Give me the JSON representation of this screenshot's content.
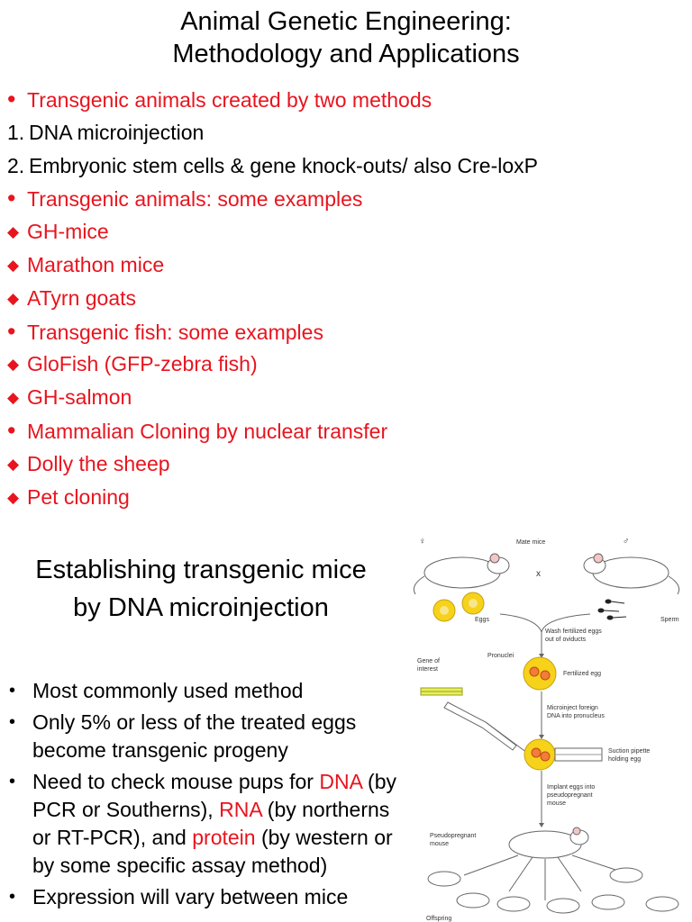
{
  "title_line1": "Animal Genetic Engineering:",
  "title_line2": "Methodology and Applications",
  "items": [
    {
      "type": "bullet",
      "text": "Transgenic animals created by two methods"
    },
    {
      "type": "number",
      "marker": "1.",
      "text": "DNA microinjection"
    },
    {
      "type": "number",
      "marker": "2.",
      "text": "Embryonic stem cells & gene knock-outs/ also Cre-loxP"
    },
    {
      "type": "bullet",
      "text": "Transgenic animals: some examples"
    },
    {
      "type": "diamond",
      "text": "GH-mice"
    },
    {
      "type": "diamond",
      "text": "Marathon mice"
    },
    {
      "type": "diamond",
      "text": "ATyrn goats"
    },
    {
      "type": "bullet",
      "text": "Transgenic fish: some examples"
    },
    {
      "type": "diamond",
      "text": "GloFish (GFP-zebra fish)"
    },
    {
      "type": "diamond",
      "text": "GH-salmon"
    },
    {
      "type": "bullet",
      "text": "Mammalian Cloning by nuclear transfer"
    },
    {
      "type": "diamond",
      "text": "Dolly the sheep"
    },
    {
      "type": "diamond",
      "text": "Pet cloning"
    }
  ],
  "section_title_line1": "Establishing transgenic mice",
  "section_title_line2": "by DNA microinjection",
  "bullets": {
    "b1": "Most commonly used method",
    "b2": "Only 5% or less of the treated eggs become transgenic progeny",
    "b3_pre": "Need to check mouse pups for ",
    "b3_dna": "DNA",
    "b3_mid1": " (by PCR or Southerns), ",
    "b3_rna": "RNA",
    "b3_mid2": " (by northerns or RT-PCR), and ",
    "b3_protein": "protein",
    "b3_post": " (by western or by some specific assay method)",
    "b4": "Expression will vary between mice"
  },
  "figure": {
    "female_symbol": "♀",
    "male_symbol": "♂",
    "mate_mice": "Mate mice",
    "cross": "x",
    "eggs": "Eggs",
    "sperm": "Sperm",
    "wash_line1": "Wash fertilized eggs",
    "wash_line2": "out of oviducts",
    "pronuclei": "Pronuclei",
    "fertilized_egg": "Fertilized egg",
    "gene_line1": "Gene of",
    "gene_line2": "interest",
    "microinject_line1": "Microinject foreign",
    "microinject_line2": "DNA into pronucleus",
    "suction_line1": "Suction pipette",
    "suction_line2": "holding egg",
    "implant_line1": "Implant eggs into",
    "implant_line2": "pseudopregnant",
    "implant_line3": "mouse",
    "pseudo_line1": "Pseudopregnant",
    "pseudo_line2": "mouse",
    "offspring": "Offspring"
  },
  "colors": {
    "accent": "#e8141e",
    "egg": "#f6d21a",
    "egg_outline": "#c9a10f"
  }
}
